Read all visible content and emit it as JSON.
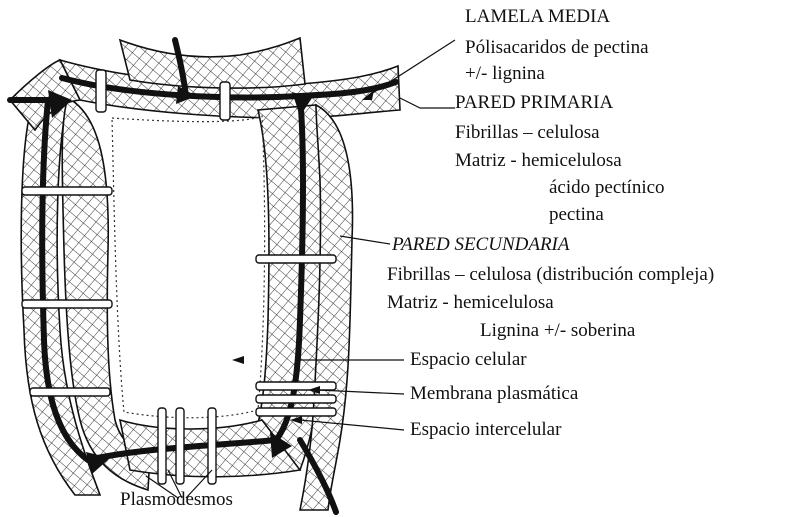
{
  "labels": {
    "lamela_media": {
      "title": "LAMELA MEDIA",
      "line1": "Pólisacaridos de pectina",
      "line2": "+/- lignina"
    },
    "pared_primaria": {
      "title": "PARED PRIMARIA",
      "fibrillas": "Fibrillas – celulosa",
      "matriz": "Matriz -  hemicelulosa",
      "matriz_2": "ácido pectínico",
      "matriz_3": "pectina"
    },
    "pared_secundaria": {
      "title": "PARED SECUNDARIA",
      "fibrillas": "Fibrillas – celulosa (distribución compleja)",
      "matriz": "Matriz -  hemicelulosa",
      "matriz_2": "Lignina +/- soberina"
    },
    "espacio_celular": "Espacio celular",
    "membrana_plasmatica": "Membrana plasmática",
    "espacio_intercelular": "Espacio intercelular",
    "plasmodesmos": "Plasmodesmos"
  },
  "colors": {
    "ink": "#111111",
    "wall_fill": "#ffffff",
    "middle_lamella": "#111111"
  }
}
